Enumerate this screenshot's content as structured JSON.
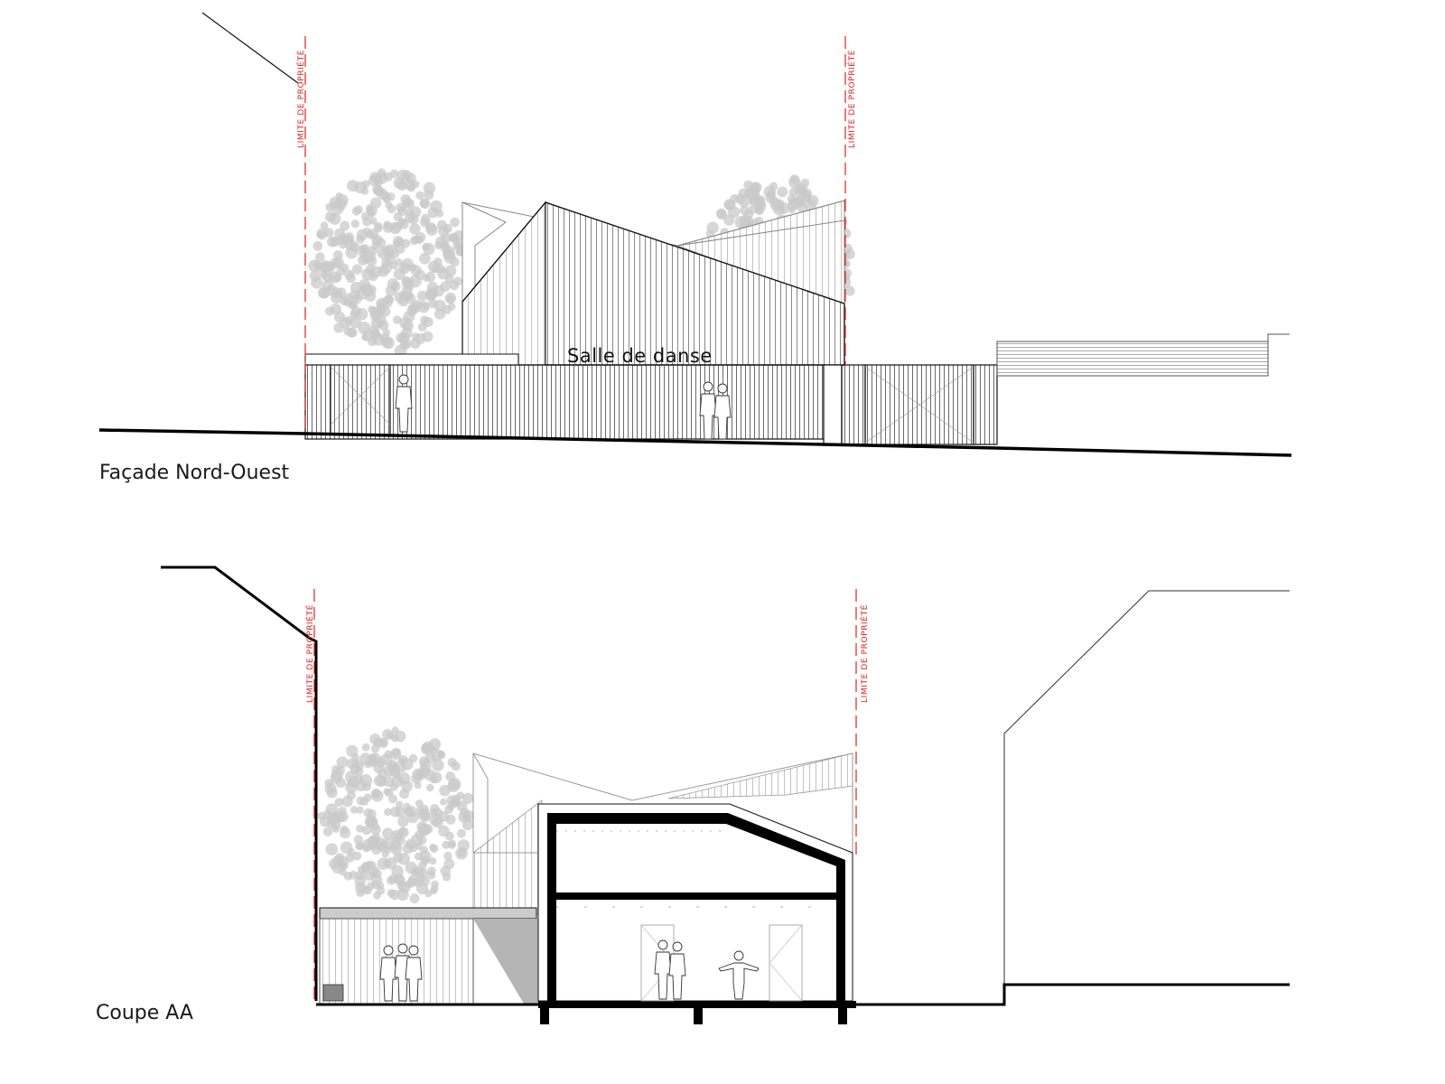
{
  "elevation": {
    "caption": "Façade Nord-Ouest",
    "sign": "Salle de danse",
    "limit_left": "LIMITE DE PROPRIÉTÉ",
    "limit_right": "LIMITE DE PROPRIÉTÉ"
  },
  "section": {
    "caption": "Coupe AA",
    "limit_left": "LIMITE DE PROPRIÉTÉ",
    "limit_right": "LIMITE DE PROPRIÉTÉ"
  },
  "colors": {
    "line": "#111111",
    "property_limit": "#e02020",
    "tree": "#c9c9c9",
    "shadow": "#9a9a9a"
  }
}
